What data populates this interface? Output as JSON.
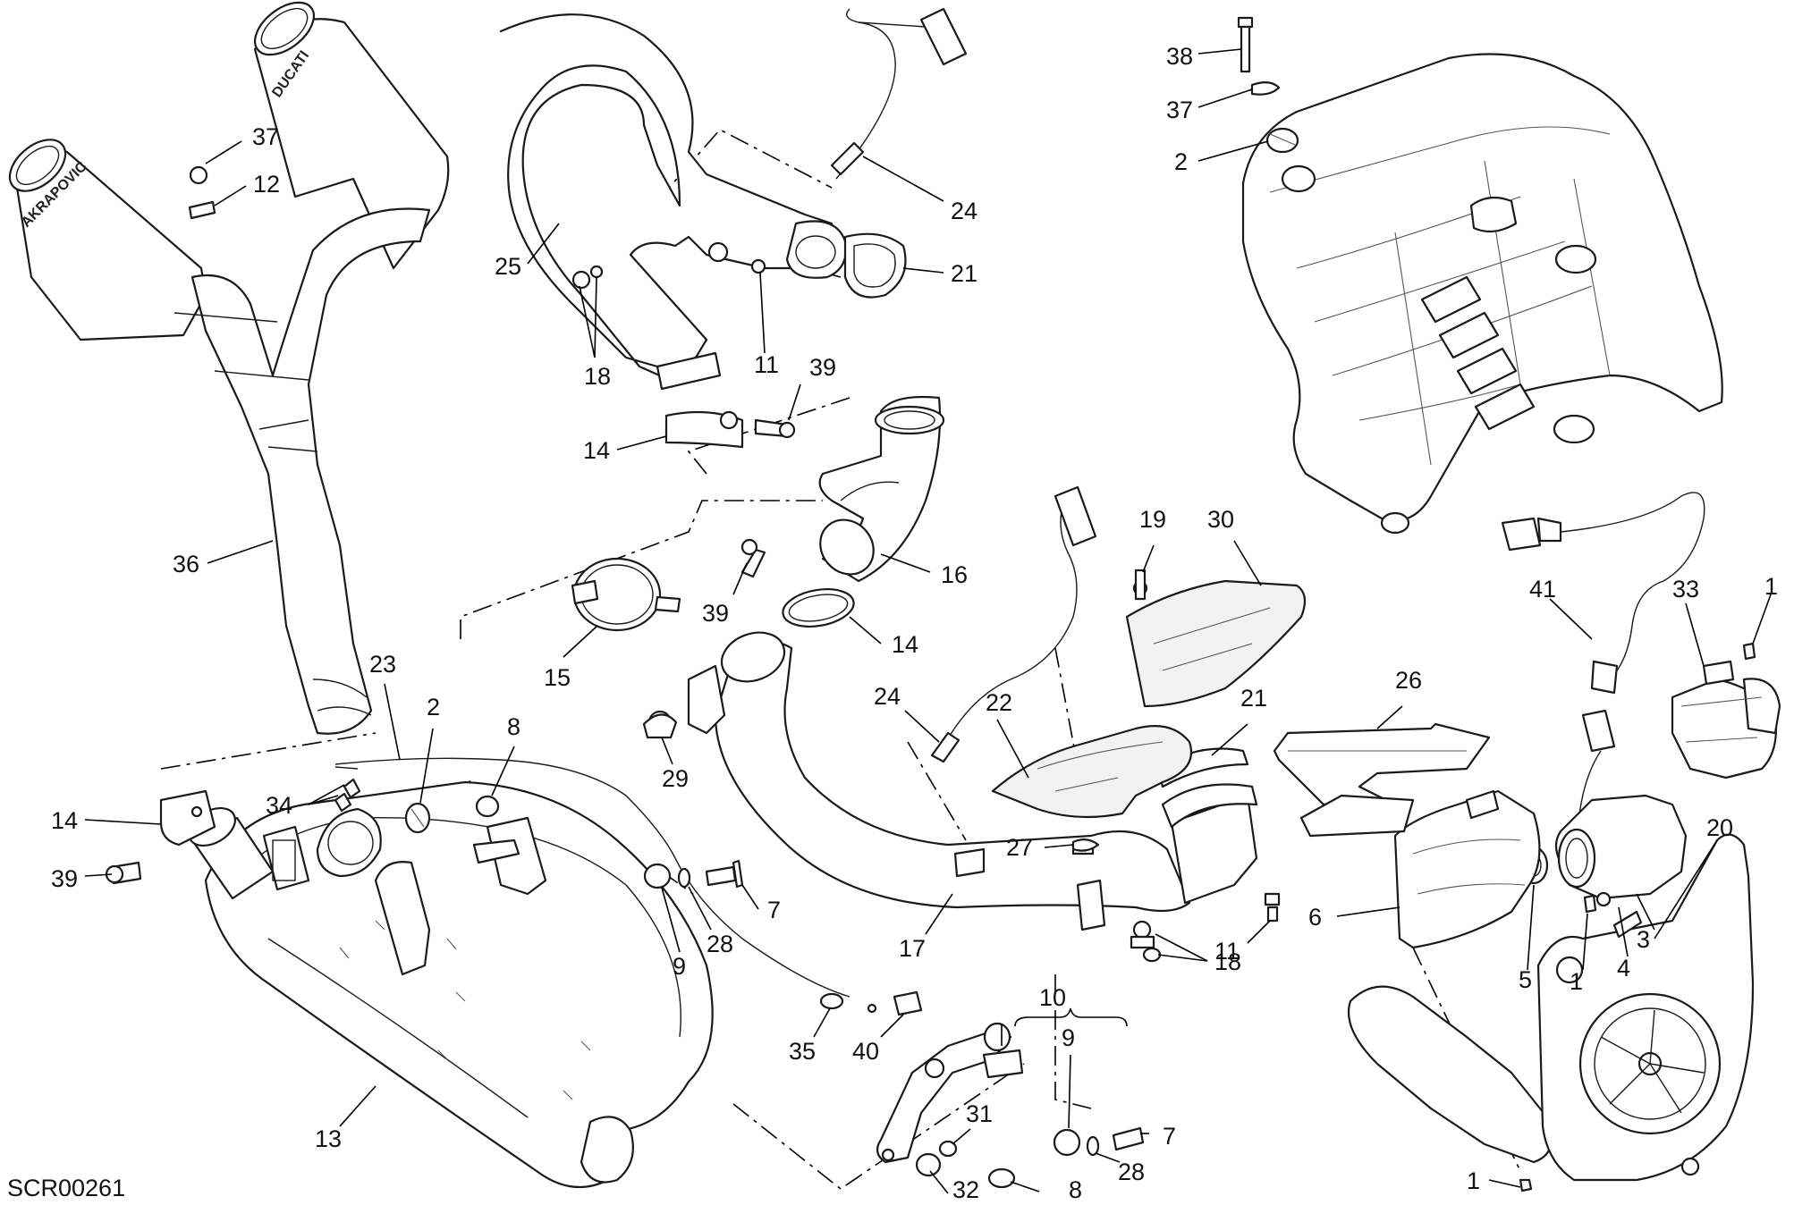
{
  "diagram": {
    "code": "SCR00261",
    "brand_marks": [
      "DUCATI",
      "AKRAPOVIC"
    ],
    "callouts": [
      "1",
      "2",
      "3",
      "4",
      "5",
      "6",
      "7",
      "8",
      "9",
      "10",
      "11",
      "12",
      "13",
      "14",
      "15",
      "16",
      "17",
      "18",
      "19",
      "20",
      "21",
      "22",
      "23",
      "24",
      "25",
      "26",
      "27",
      "28",
      "29",
      "30",
      "31",
      "32",
      "33",
      "34",
      "35",
      "36",
      "37",
      "38",
      "39",
      "40",
      "41"
    ]
  }
}
